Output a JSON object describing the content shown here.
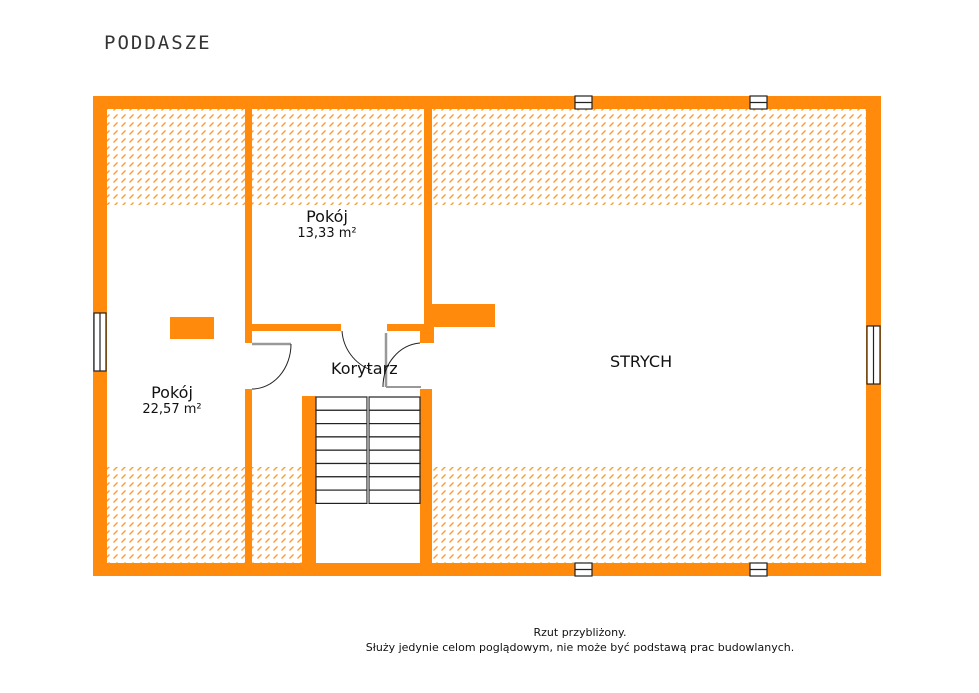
{
  "title": "PODDASZE",
  "colors": {
    "wall": "#ff8a0c",
    "hatch": "#ff9a2a",
    "outline": "#222222",
    "door_leaf": "#999999"
  },
  "rooms": [
    {
      "id": "pokoj-left",
      "name": "Pokój",
      "area": "22,57 m²"
    },
    {
      "id": "pokoj-top",
      "name": "Pokój",
      "area": "13,33 m²"
    },
    {
      "id": "korytarz",
      "name": "Korytarz"
    },
    {
      "id": "strych",
      "name": "STRYCH"
    }
  ],
  "stairs": {
    "steps_per_flight": 8,
    "flights": 2
  },
  "disclaimer": {
    "line1": "Rzut przybliżony.",
    "line2": "Służy jedynie celom poglądowym, nie może być podstawą prac budowlanych."
  }
}
